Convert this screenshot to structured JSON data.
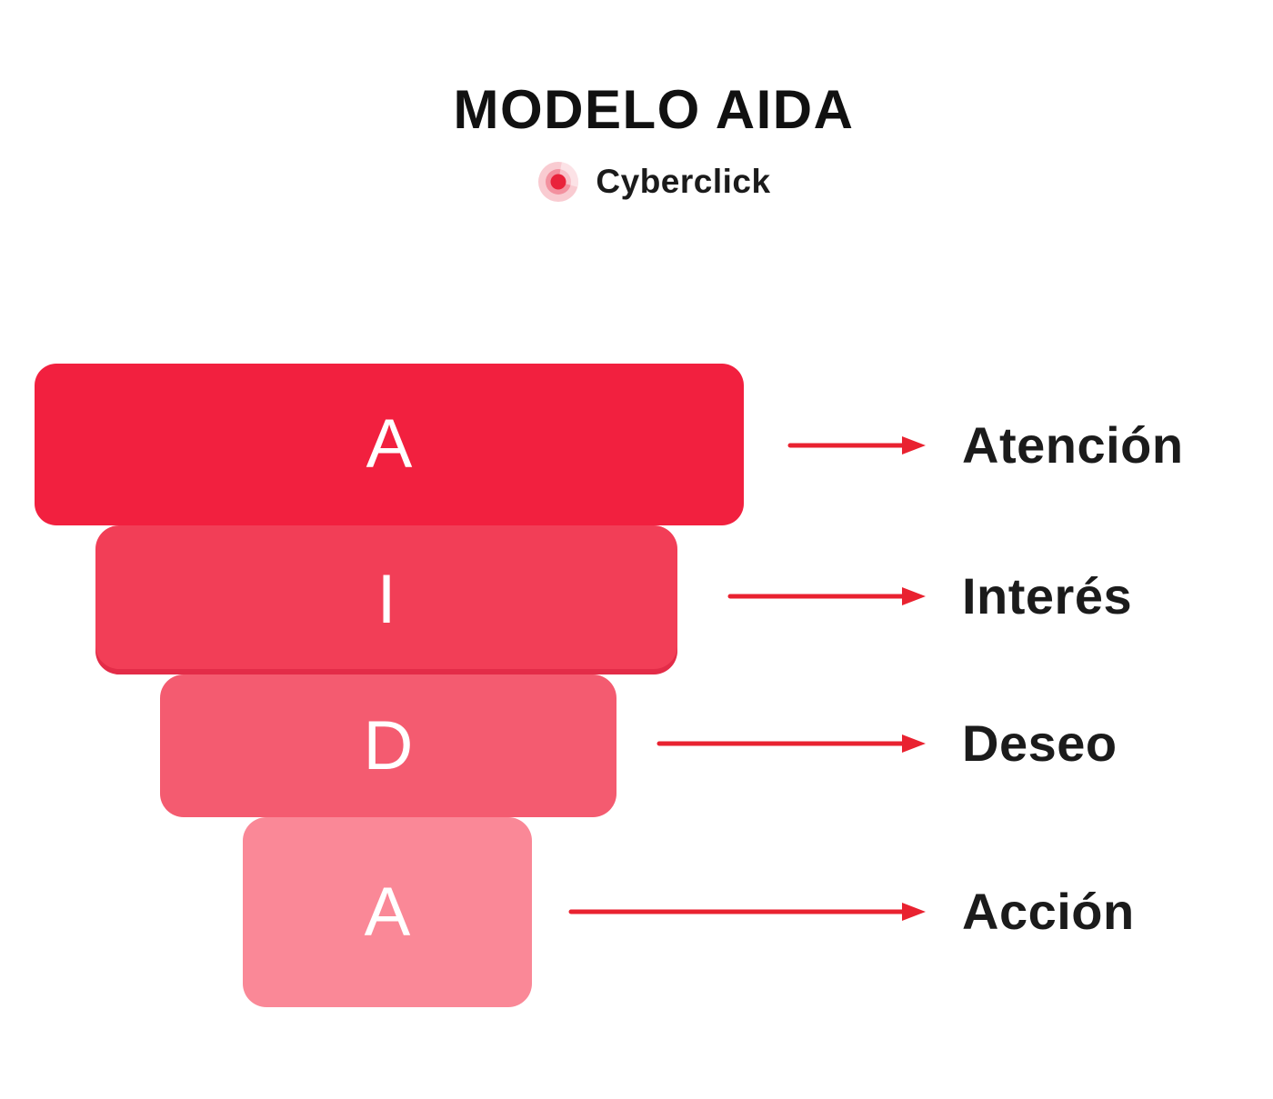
{
  "header": {
    "title": "MODELO AIDA",
    "brand": "Cyberclick"
  },
  "funnel": {
    "type": "funnel",
    "stages": [
      {
        "letter": "A",
        "label": "Atención",
        "color": "#F2203F"
      },
      {
        "letter": "I",
        "label": "Interés",
        "color": "#F23E57"
      },
      {
        "letter": "D",
        "label": "Deseo",
        "color": "#F45B70"
      },
      {
        "letter": "A",
        "label": "Acción",
        "color": "#FA8897"
      }
    ]
  },
  "colors": {
    "background": "#FFFFFF",
    "text": "#1B1B1B",
    "letter": "#FFFFFF",
    "arrow": "#E92230",
    "logo": {
      "outer": "#F9CBD1",
      "middle": "#F3919F",
      "dot": "#E9233B"
    }
  }
}
